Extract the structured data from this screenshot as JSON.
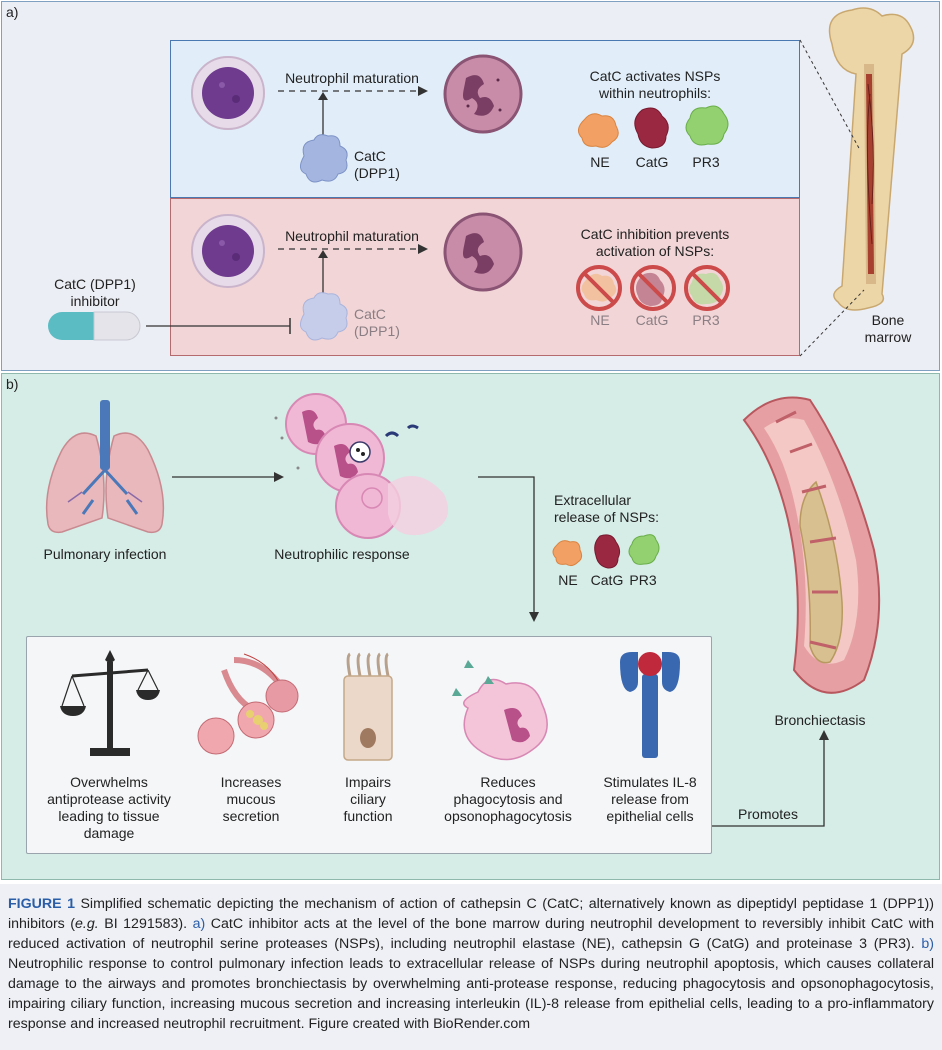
{
  "panel_a": {
    "label": "a)",
    "top_box": {
      "maturation_label": "Neutrophil maturation",
      "catc_label_line1": "CatC",
      "catc_label_line2": "(DPP1)",
      "nsp_title_line1": "CatC activates NSPs",
      "nsp_title_line2": "within neutrophils:",
      "nsps": [
        "NE",
        "CatG",
        "PR3"
      ]
    },
    "bottom_box": {
      "maturation_label": "Neutrophil maturation",
      "catc_label_line1": "CatC",
      "catc_label_line2": "(DPP1)",
      "nsp_title_line1": "CatC inhibition prevents",
      "nsp_title_line2": "activation of NSPs:",
      "nsps": [
        "NE",
        "CatG",
        "PR3"
      ]
    },
    "inhibitor_label_line1": "CatC (DPP1)",
    "inhibitor_label_line2": "inhibitor",
    "bone_label_line1": "Bone",
    "bone_label_line2": "marrow"
  },
  "panel_b": {
    "label": "b)",
    "infection_label": "Pulmonary infection",
    "response_label": "Neutrophilic response",
    "release_line1": "Extracellular",
    "release_line2": "release of NSPs:",
    "nsps": [
      "NE",
      "CatG",
      "PR3"
    ],
    "bronchiectasis_label": "Bronchiectasis",
    "promotes_label": "Promotes",
    "effects": [
      {
        "lines": [
          "Overwhelms",
          "antiprotease activity",
          "leading to tissue",
          "damage"
        ]
      },
      {
        "lines": [
          "Increases",
          "mucous",
          "secretion"
        ]
      },
      {
        "lines": [
          "Impairs",
          "ciliary",
          "function"
        ]
      },
      {
        "lines": [
          "Reduces",
          "phagocytosis and",
          "opsonophagocytosis"
        ]
      },
      {
        "lines": [
          "Stimulates IL-8",
          "release from",
          "epithelial cells"
        ]
      }
    ]
  },
  "caption": {
    "fig_label": "FIGURE 1",
    "text_1": " Simplified schematic depicting the mechanism of action of cathepsin C (CatC; alternatively known as dipeptidyl peptidase 1 (DPP1)) inhibitors (",
    "text_eg": "e.g.",
    "text_2": " BI 1291583). ",
    "a_marker": "a)",
    "text_3": " CatC inhibitor acts at the level of the bone marrow during neutrophil development to reversibly inhibit CatC with reduced activation of neutrophil serine proteases (NSPs), including neutrophil elastase (NE), cathepsin G (CatG) and proteinase 3 (PR3). ",
    "b_marker": "b)",
    "text_4": " Neutrophilic response to control pulmonary infection leads to extracellular release of NSPs during neutrophil apoptosis, which causes collateral damage to the airways and promotes bronchiectasis by overwhelming anti-protease response, reducing phagocytosis and opsonophagocytosis, impairing ciliary function, increasing mucous secretion and increasing interleukin (IL)-8 release from epithelial cells, leading to a pro-inflammatory response and increased neutrophil recruitment. Figure created with BioRender.com"
  },
  "colors": {
    "panel_a_bg": "#eceef5",
    "panel_b_bg": "#d6ece7",
    "activate_box": "#e1eef9",
    "inhibit_box": "#f2d5d6",
    "ne": "#f0a060",
    "catg": "#9a2840",
    "pr3": "#8ccc6a",
    "caption_blue": "#2b5ea8"
  }
}
